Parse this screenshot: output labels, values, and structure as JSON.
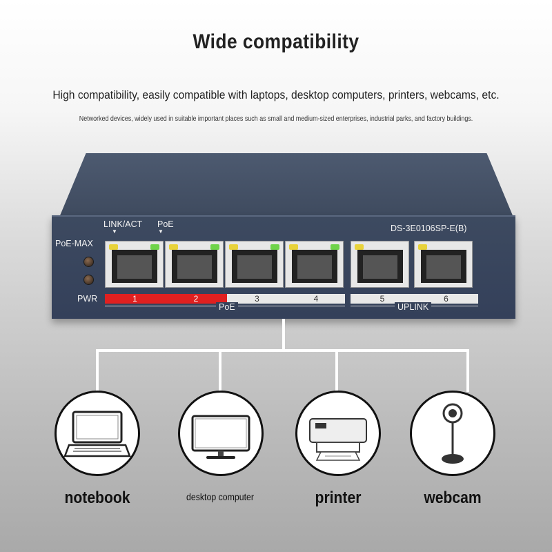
{
  "heading": {
    "title": "Wide compatibility",
    "subtitle": "High compatibility, easily compatible with laptops, desktop computers, printers, webcams, etc.",
    "description": "Networked devices, widely used in suitable important places such as small and medium-sized enterprises, industrial parks, and factory buildings."
  },
  "switch": {
    "model": "DS-3E0106SP-E(B)",
    "poe_max_label": "PoE-MAX",
    "pwr_label": "PWR",
    "link_act_label": "LINK/ACT",
    "poe_indicator_label": "PoE",
    "ports": [
      "1",
      "2",
      "3",
      "4",
      "5",
      "6"
    ],
    "group_poe_label": "PoE",
    "group_uplink_label": "UPLINK",
    "colors": {
      "body": "#3d4a60",
      "poe_active": "#e02020"
    }
  },
  "devices": [
    {
      "label": "notebook",
      "icon": "laptop-icon"
    },
    {
      "label": "desktop computer",
      "icon": "monitor-icon"
    },
    {
      "label": "printer",
      "icon": "printer-icon"
    },
    {
      "label": "webcam",
      "icon": "webcam-icon"
    }
  ]
}
